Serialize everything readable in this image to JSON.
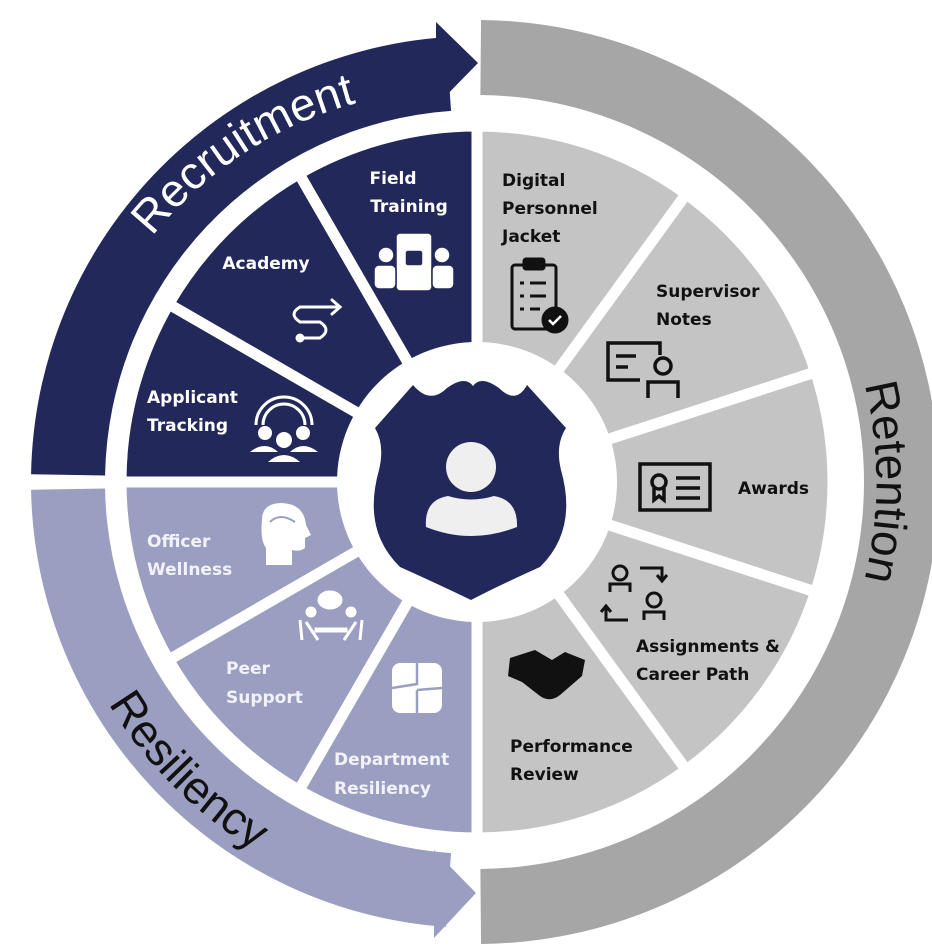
{
  "phases": {
    "recruitment": "Recruitment",
    "retention": "Retention",
    "resiliency": "Resiliency"
  },
  "segments": {
    "applicant_tracking": [
      "Applicant",
      "Tracking"
    ],
    "academy": [
      "Academy"
    ],
    "field_training": [
      "Field",
      "Training"
    ],
    "officer_wellness": [
      "Officer",
      "Wellness"
    ],
    "peer_support": [
      "Peer",
      "Support"
    ],
    "department_resiliency": [
      "Department",
      "Resiliency"
    ],
    "digital_personnel_jacket": [
      "Digital",
      "Personnel",
      "Jacket"
    ],
    "supervisor_notes": [
      "Supervisor",
      "Notes"
    ],
    "awards": [
      "Awards"
    ],
    "assignments": [
      "Assignments &",
      "Career Path"
    ],
    "performance_review": [
      "Performance",
      "Review"
    ]
  },
  "colors": {
    "navy": "#222859",
    "lavender": "#9a9fc1",
    "gray_segment": "#c4c4c4",
    "gray_ring": "#a6a6a6"
  }
}
